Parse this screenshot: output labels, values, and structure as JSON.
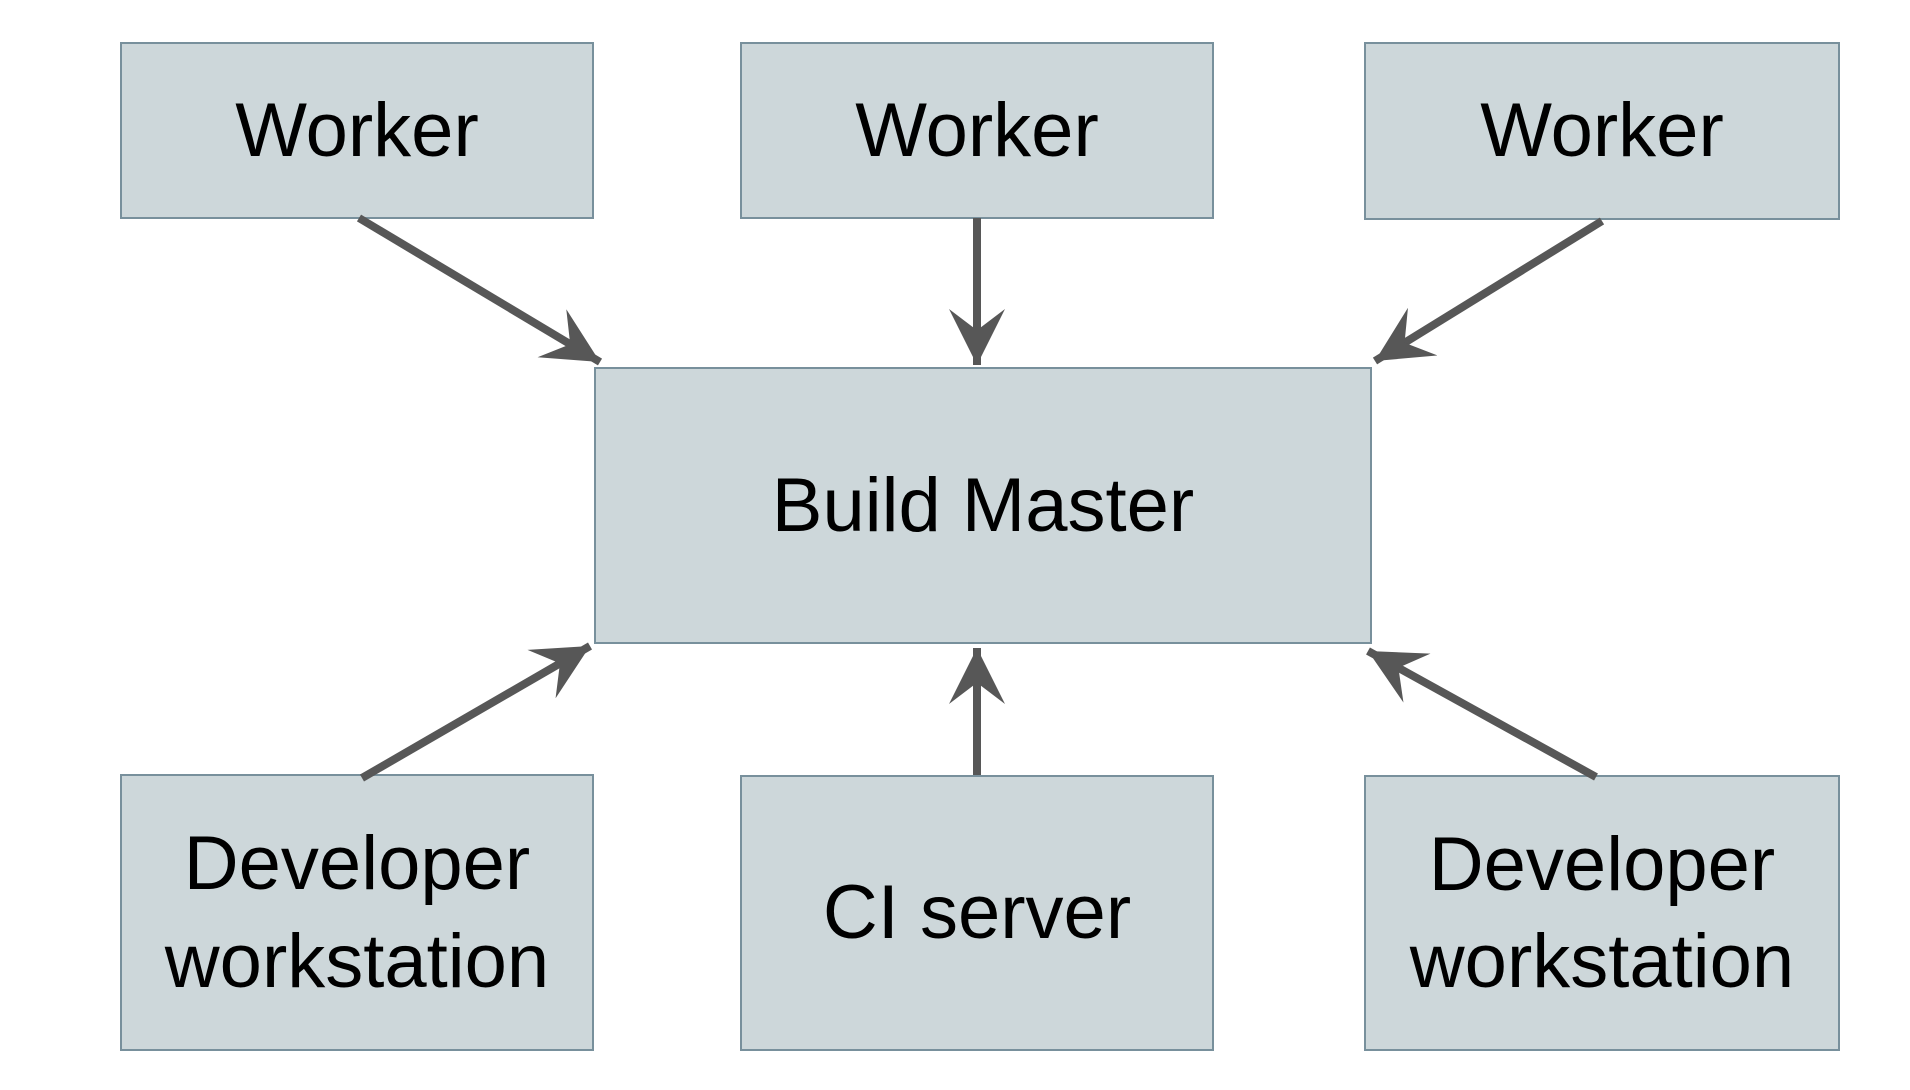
{
  "diagram": {
    "nodes": {
      "worker_top_left": {
        "label": "Worker"
      },
      "worker_top_center": {
        "label": "Worker"
      },
      "worker_top_right": {
        "label": "Worker"
      },
      "build_master": {
        "label": "Build Master"
      },
      "developer_workstation_left": {
        "label": "Developer workstation"
      },
      "ci_server": {
        "label": "CI server"
      },
      "developer_workstation_right": {
        "label": "Developer workstation"
      }
    },
    "edges": [
      {
        "from": "worker_top_left",
        "to": "build_master"
      },
      {
        "from": "worker_top_center",
        "to": "build_master"
      },
      {
        "from": "worker_top_right",
        "to": "build_master"
      },
      {
        "from": "developer_workstation_left",
        "to": "build_master"
      },
      {
        "from": "ci_server",
        "to": "build_master"
      },
      {
        "from": "developer_workstation_right",
        "to": "build_master"
      }
    ]
  },
  "colors": {
    "background": "#ffffff",
    "node-fill": "#cdd7da",
    "node-border": "#78909c",
    "arrow": "#575757",
    "text": "#000000"
  }
}
